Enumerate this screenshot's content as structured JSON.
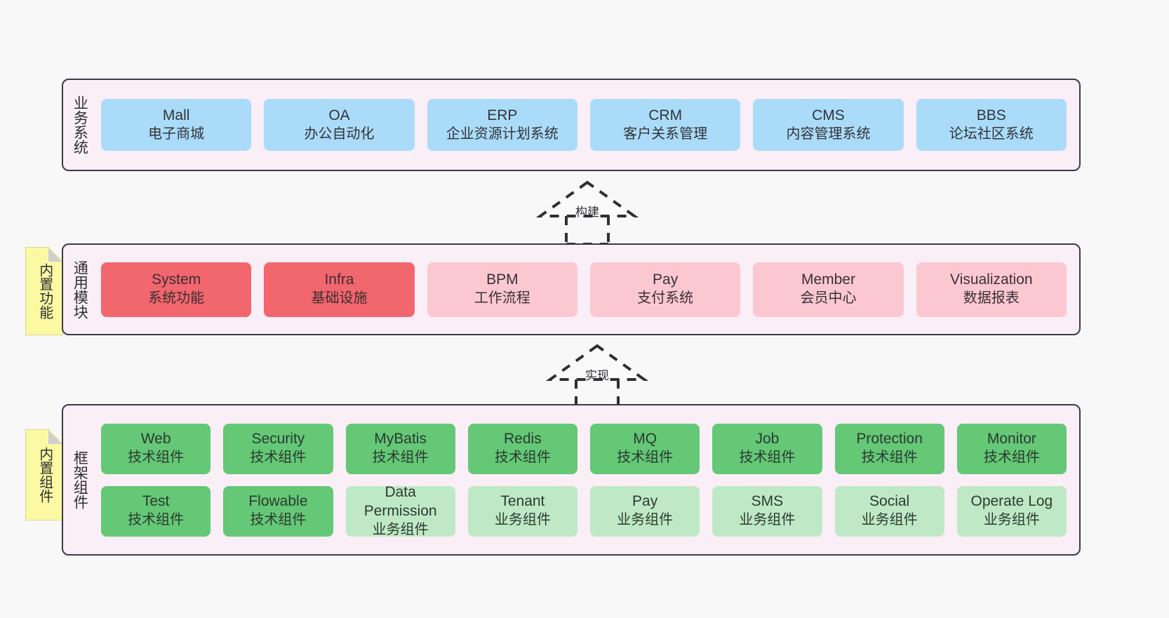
{
  "diagram": {
    "title_hidden": "",
    "background": "#f8f8f8",
    "panel_bg": "#faeef7",
    "panel_border": "#3b3b47",
    "colors": {
      "business": "#aadcfa",
      "module_core": "#f2666e",
      "module_optional": "#fbc8d2",
      "framework_tech": "#64c877",
      "framework_business": "#bfe9c6",
      "note": "#fbfaa3"
    }
  },
  "layers": [
    {
      "id": "business-systems",
      "title": "业务系统",
      "rows": [
        [
          {
            "en": "Mall",
            "cn": "电子商城",
            "style": "c-blue"
          },
          {
            "en": "OA",
            "cn": "办公自动化",
            "style": "c-blue"
          },
          {
            "en": "ERP",
            "cn": "企业资源计划系统",
            "style": "c-blue"
          },
          {
            "en": "CRM",
            "cn": "客户关系管理",
            "style": "c-blue"
          },
          {
            "en": "CMS",
            "cn": "内容管理系统",
            "style": "c-blue"
          },
          {
            "en": "BBS",
            "cn": "论坛社区系统",
            "style": "c-blue"
          }
        ]
      ]
    },
    {
      "id": "common-modules",
      "title": "通用模块",
      "rows": [
        [
          {
            "en": "System",
            "cn": "系统功能",
            "style": "c-red"
          },
          {
            "en": "Infra",
            "cn": "基础设施",
            "style": "c-red"
          },
          {
            "en": "BPM",
            "cn": "工作流程",
            "style": "c-pink"
          },
          {
            "en": "Pay",
            "cn": "支付系统",
            "style": "c-pink"
          },
          {
            "en": "Member",
            "cn": "会员中心",
            "style": "c-pink"
          },
          {
            "en": "Visualization",
            "cn": "数据报表",
            "style": "c-pink"
          }
        ]
      ]
    },
    {
      "id": "framework-components",
      "title": "框架组件",
      "rows": [
        [
          {
            "en": "Web",
            "cn": "技术组件",
            "style": "c-green"
          },
          {
            "en": "Security",
            "cn": "技术组件",
            "style": "c-green"
          },
          {
            "en": "MyBatis",
            "cn": "技术组件",
            "style": "c-green"
          },
          {
            "en": "Redis",
            "cn": "技术组件",
            "style": "c-green"
          },
          {
            "en": "MQ",
            "cn": "技术组件",
            "style": "c-green"
          },
          {
            "en": "Job",
            "cn": "技术组件",
            "style": "c-green"
          },
          {
            "en": "Protection",
            "cn": "技术组件",
            "style": "c-green"
          },
          {
            "en": "Monitor",
            "cn": "技术组件",
            "style": "c-green"
          }
        ],
        [
          {
            "en": "Test",
            "cn": "技术组件",
            "style": "c-green"
          },
          {
            "en": "Flowable",
            "cn": "技术组件",
            "style": "c-green"
          },
          {
            "en": "Data Permission",
            "cn": "业务组件",
            "style": "c-lightgreen"
          },
          {
            "en": "Tenant",
            "cn": "业务组件",
            "style": "c-lightgreen"
          },
          {
            "en": "Pay",
            "cn": "业务组件",
            "style": "c-lightgreen"
          },
          {
            "en": "SMS",
            "cn": "业务组件",
            "style": "c-lightgreen"
          },
          {
            "en": "Social",
            "cn": "业务组件",
            "style": "c-lightgreen"
          },
          {
            "en": "Operate Log",
            "cn": "业务组件",
            "style": "c-lightgreen"
          }
        ]
      ]
    }
  ],
  "notes": [
    {
      "id": "built-in-features",
      "label": "内置功能"
    },
    {
      "id": "built-in-components",
      "label": "内置组件"
    }
  ],
  "connectors": [
    {
      "id": "build",
      "label": "构建",
      "from": "common-modules",
      "to": "business-systems",
      "style": "dashed-hollow-triangle"
    },
    {
      "id": "implement",
      "label": "实现",
      "from": "framework-components",
      "to": "common-modules",
      "style": "dashed-hollow-triangle"
    }
  ]
}
